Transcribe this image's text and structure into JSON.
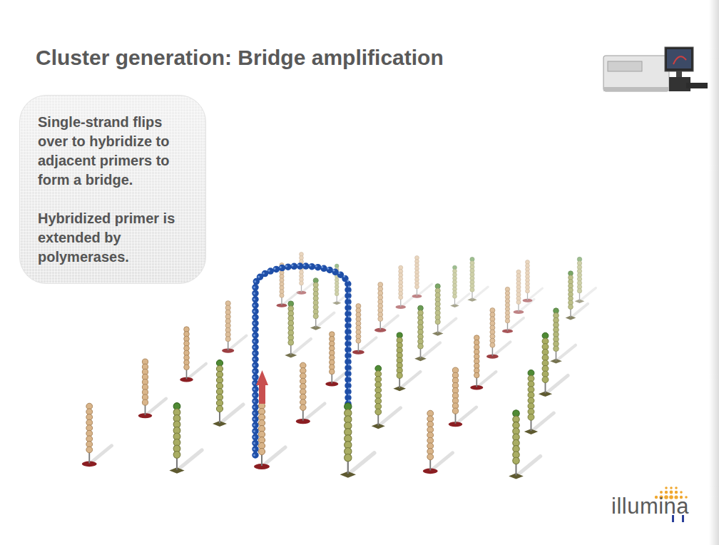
{
  "diagram": {
    "title": "Cluster generation: Bridge amplification",
    "nodes": [
      {
        "text": [
          "Single-strand flips over to hybridize to adjacent primers to form a bridge.",
          "Hybridized primer is extended by polymerases."
        ]
      }
    ],
    "labels": [
      "illumina"
    ]
  }
}
